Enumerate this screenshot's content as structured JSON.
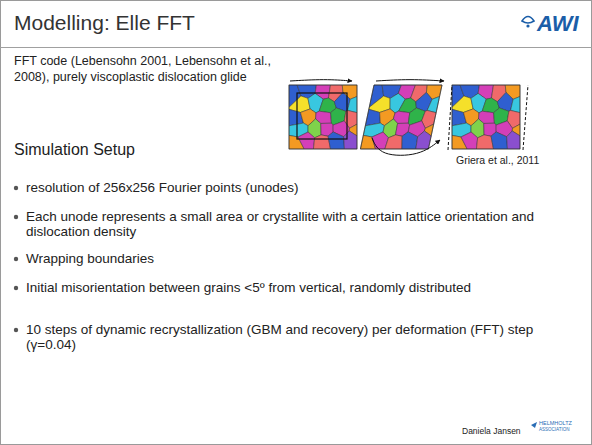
{
  "diagram": {
    "title": "Modelling: Elle FFT",
    "labels": [
      "FFT code (Lebensohn 2001, Lebensohn et al., 2008), purely viscoplastic dislocation glide",
      "Simulation Setup",
      "resolution of 256x256 Fourier points (unodes)",
      "Each unode represents a small area or crystallite with a certain lattice orientation and dislocation density",
      "Wrapping boundaries",
      "Initial misorientation between grains <5º from vertical, randomly distributed",
      "10 steps of dynamic recrystallization (GBM and recovery) per deformation (FFT) step (γ=0.04)",
      "Griera et al., 2011",
      "AWI",
      "Daniela Jansen",
      "HELMHOLTZ",
      "ASSOCIATION"
    ]
  }
}
